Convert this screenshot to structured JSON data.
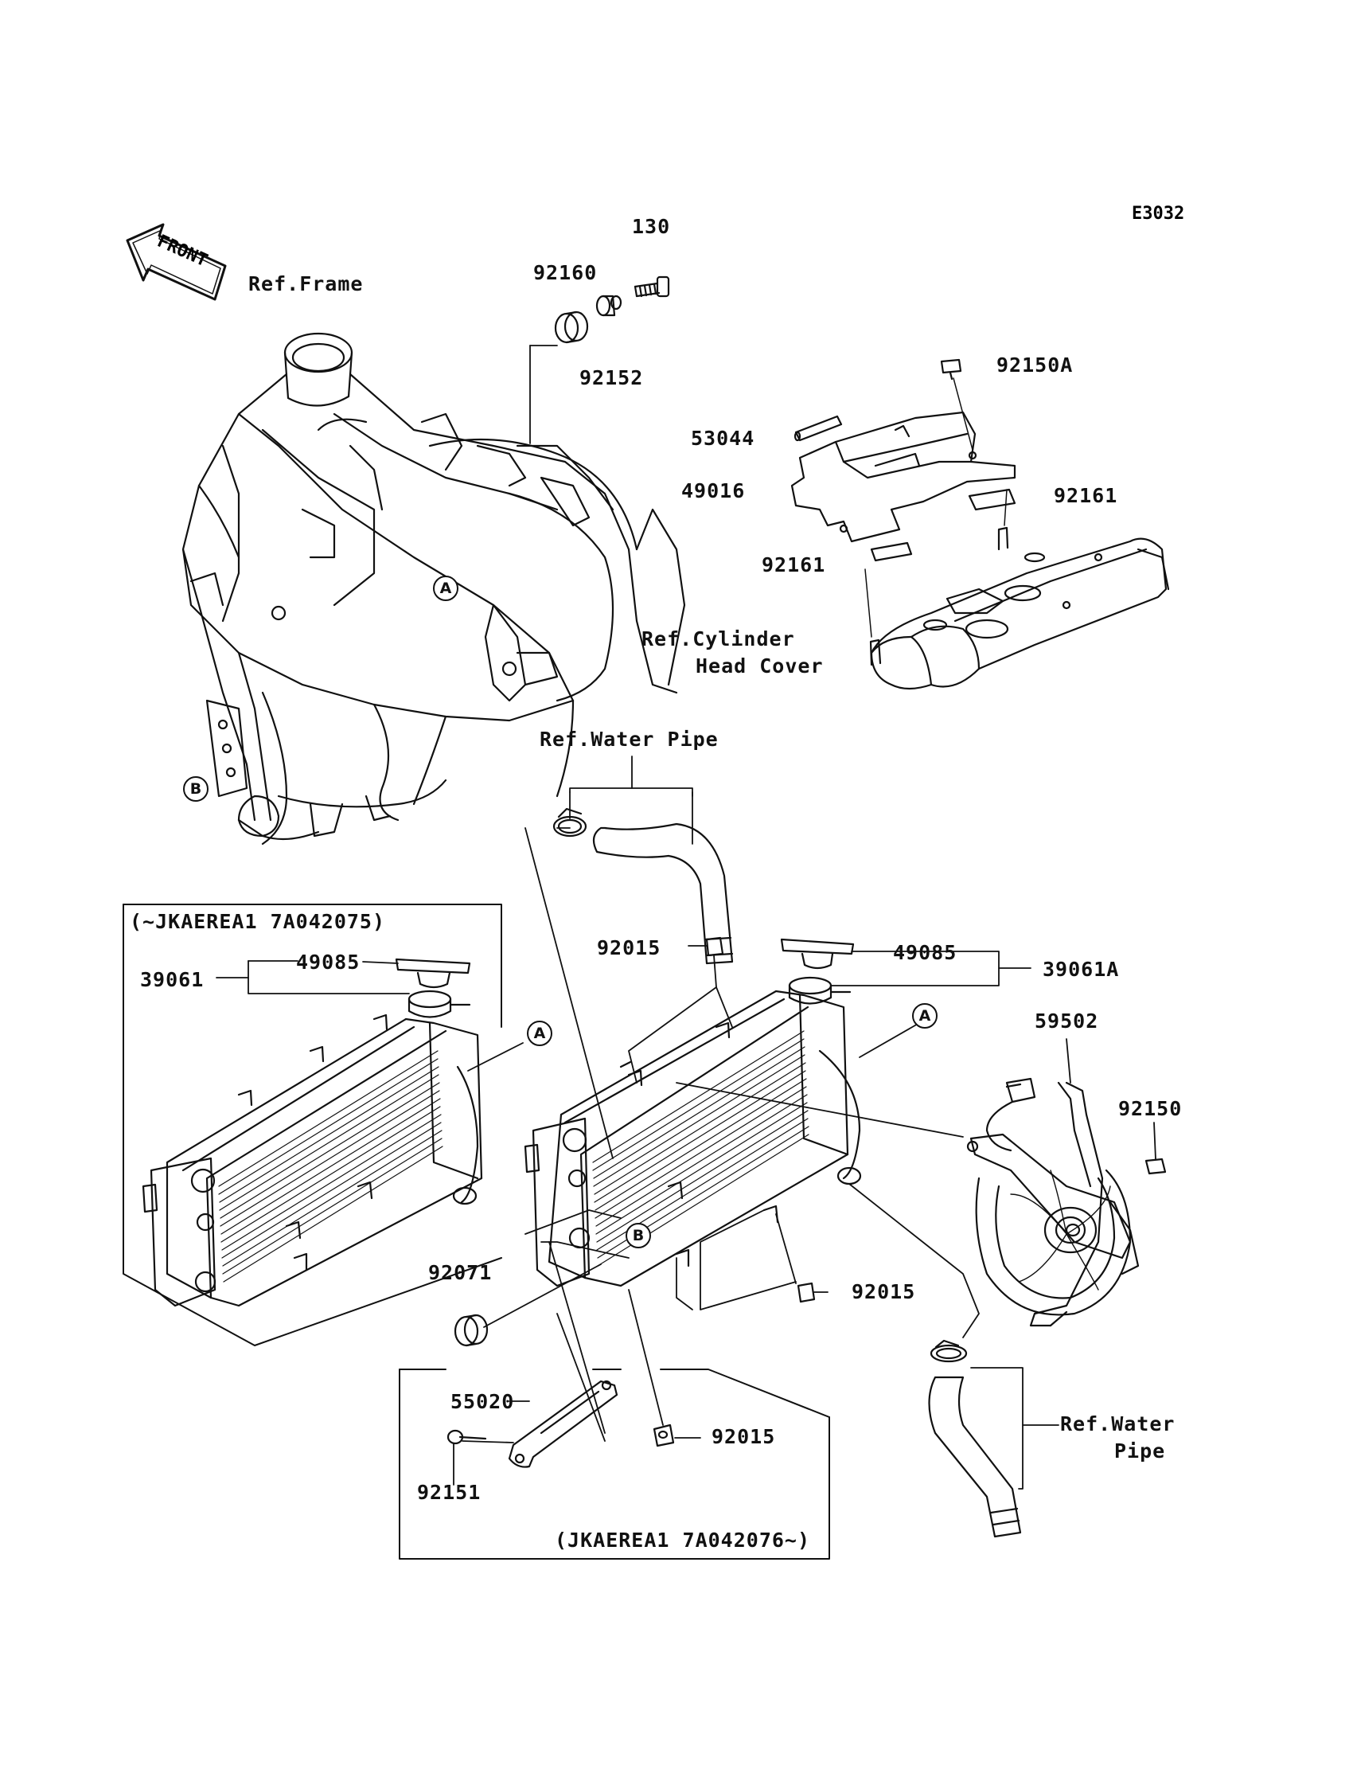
{
  "diagram_code": "E3032",
  "front_label": "FRONT",
  "variant_labels": {
    "early": "(~JKAEREA1 7A042075)",
    "late": "(JKAEREA1 7A042076~)"
  },
  "refs": {
    "frame": "Ref.Frame",
    "cyl_line1": "Ref.Cylinder",
    "cyl_line2": "Head Cover",
    "water_pipe_top": "Ref.Water Pipe",
    "water_pipe_right_1": "Ref.Water",
    "water_pipe_right_2": "Pipe"
  },
  "callouts": {
    "a": "A",
    "b": "B"
  },
  "parts": {
    "p130": "130",
    "p92160": "92160",
    "p92152": "92152",
    "p92150A": "92150A",
    "p53044": "53044",
    "p49016": "49016",
    "p92161a": "92161",
    "p92161b": "92161",
    "p49085a": "49085",
    "p39061": "39061",
    "p92015a": "92015",
    "p49085b": "49085",
    "p39061A": "39061A",
    "p59502": "59502",
    "p92150": "92150",
    "p92015b": "92015",
    "p92071": "92071",
    "p55020": "55020",
    "p92015c": "92015",
    "p92151": "92151"
  }
}
